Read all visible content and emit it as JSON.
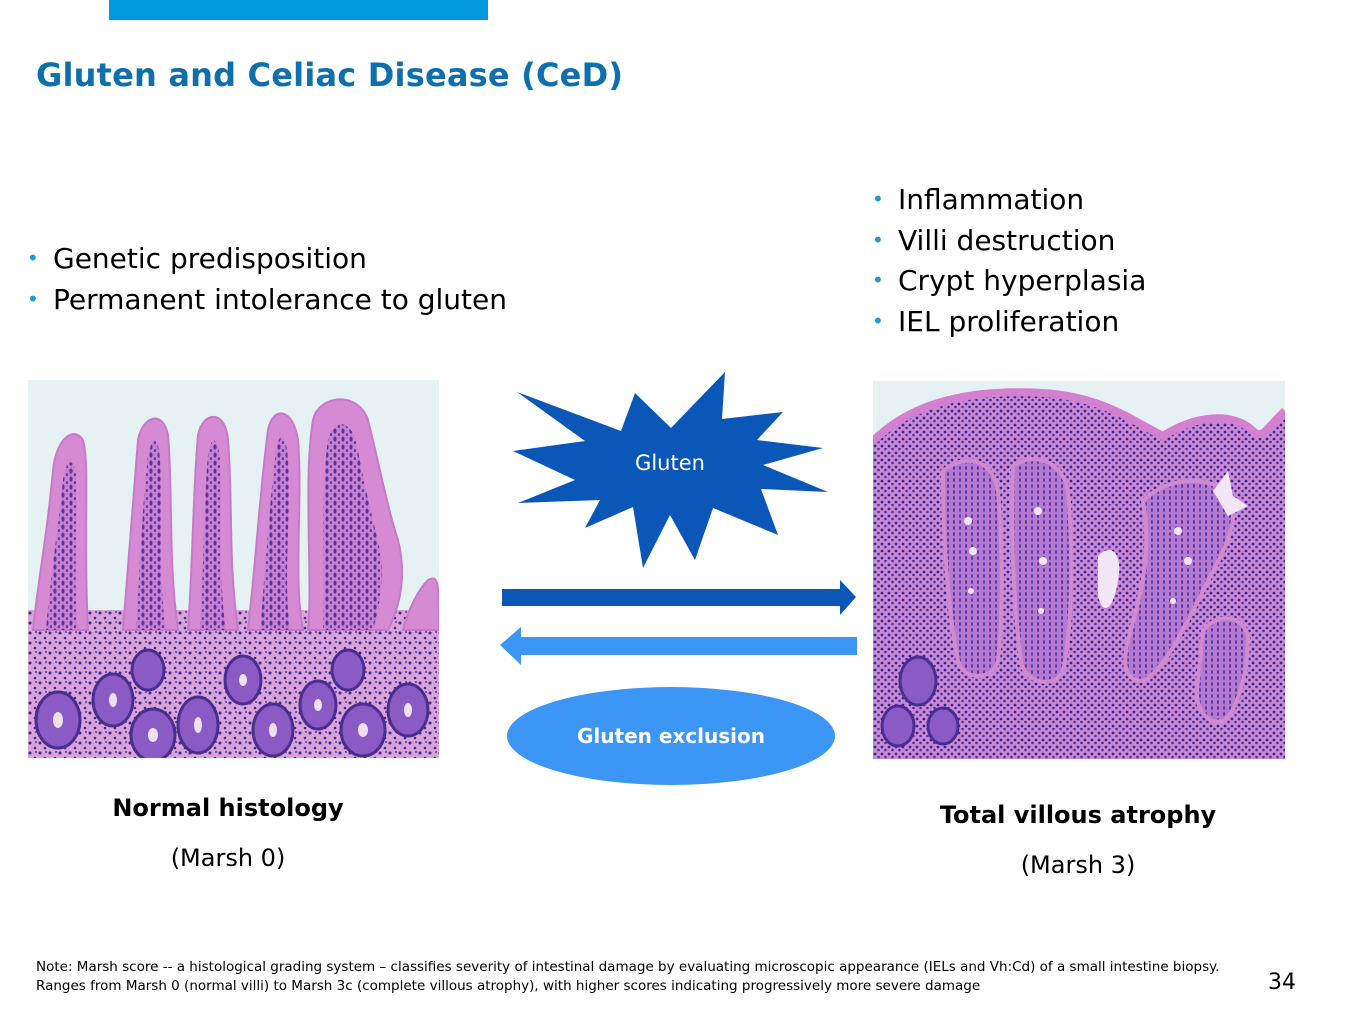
{
  "slide": {
    "title": "Gluten and Celiac Disease (CeD)",
    "accent_color": "#0099dc",
    "title_color": "#0d6fab",
    "page_number": "34"
  },
  "left_bullets": [
    "Genetic predisposition",
    "Permanent intolerance to gluten"
  ],
  "right_bullets": [
    "Inflammation",
    "Villi destruction",
    "Crypt hyperplasia",
    "IEL proliferation"
  ],
  "diagram": {
    "trigger_label": "Gluten",
    "trigger_color": "#0a57b8",
    "forward_arrow_color": "#0a57b8",
    "reverse_arrow_color": "#3b96f5",
    "treatment_label": "Gluten exclusion",
    "treatment_color": "#3b96f5"
  },
  "panels": {
    "normal": {
      "image": "histology-micrograph-normal-villi",
      "title": "Normal histology",
      "score": "(Marsh 0)"
    },
    "atrophy": {
      "image": "histology-micrograph-villous-atrophy",
      "title": "Total villous atrophy",
      "score": "(Marsh 3)"
    }
  },
  "footnote": "Note: Marsh score -- a histological grading system – classifies severity of intestinal damage by evaluating microscopic appearance (IELs and Vh:Cd) of a small intestine biopsy. Ranges from Marsh 0 (normal villi) to Marsh 3c (complete villous atrophy), with higher scores indicating progressively more severe damage"
}
